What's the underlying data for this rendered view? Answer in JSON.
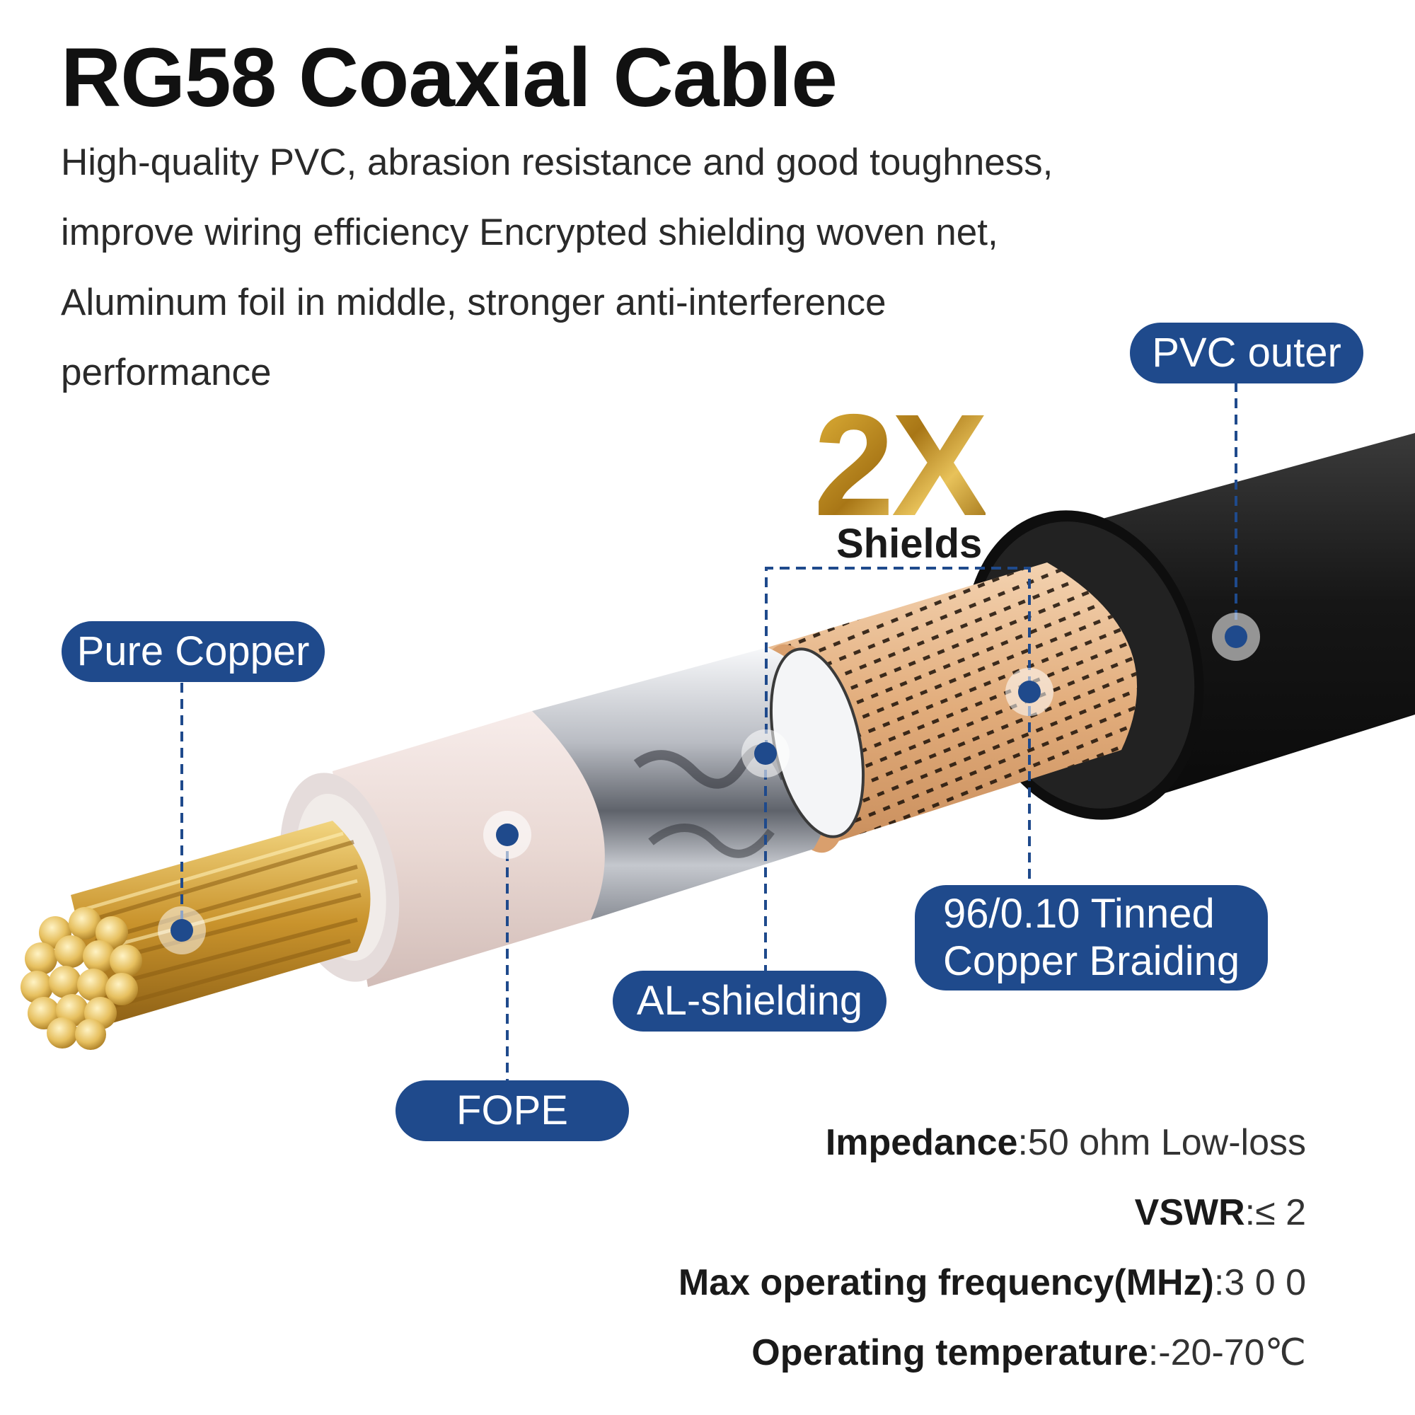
{
  "title": "RG58 Coaxial Cable",
  "description_lines": [
    "High-quality PVC, abrasion resistance and good toughness,",
    "improve wiring efficiency Encrypted shielding woven net,",
    "Aluminum foil in middle, stronger anti-interference",
    "performance"
  ],
  "highlight": {
    "big": "2X",
    "small": "Shields"
  },
  "labels": {
    "pvc_outer": "PVC outer",
    "pure_copper": "Pure Copper",
    "braiding_line1": "96/0.10 Tinned",
    "braiding_line2": "Copper Braiding",
    "al_shielding": "AL-shielding",
    "fope": "FOPE"
  },
  "specs": [
    {
      "key": "Impedance",
      "sep": ":",
      "value": "50 ohm Low-loss"
    },
    {
      "key": "VSWR",
      "sep": ":",
      "value": "≤ 2"
    },
    {
      "key": "Max operating frequency(MHz)",
      "sep": ":",
      "value": "3 0 0"
    },
    {
      "key": "Operating temperature",
      "sep": ":",
      "value": "-20-70℃"
    }
  ],
  "colors": {
    "badge": "#1f4a8c",
    "guide": "#1f4a8c",
    "gold": "#c4922a",
    "jacket": "#1b1b1b",
    "braid": "#e4b48c",
    "foil": "#c9ccd2",
    "dielectric": "#eeddd8",
    "conductor": "#d9a93a"
  },
  "icons": [
    "callout-dot-icon"
  ]
}
